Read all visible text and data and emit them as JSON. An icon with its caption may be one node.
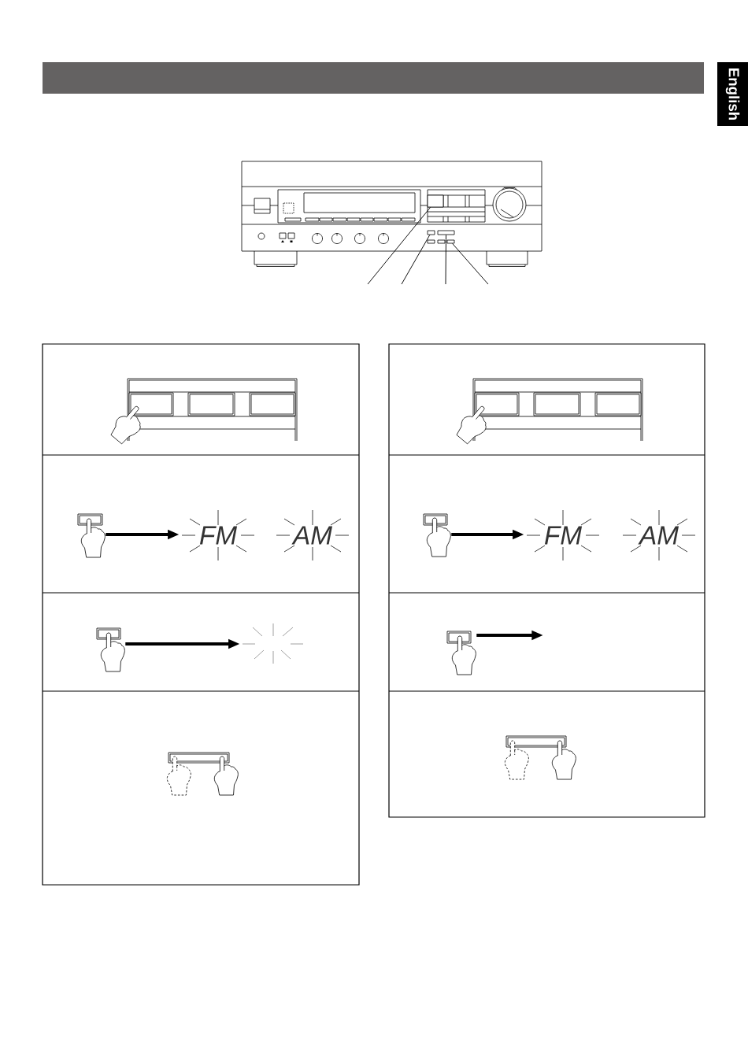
{
  "diagram": {
    "nodes": [
      {
        "text": [],
        "shape": "bar"
      },
      {
        "text": [
          "English"
        ]
      },
      {
        "text": [],
        "shape": "box"
      },
      {
        "text": [],
        "shape": "box"
      },
      {
        "text": [],
        "shape": "box"
      },
      {
        "text": [],
        "shape": "box"
      },
      {
        "text": [],
        "shape": "picture"
      },
      {
        "text": [
          "FM"
        ]
      },
      {
        "text": [
          "AM"
        ]
      },
      {
        "text": [],
        "shape": "picture"
      },
      {
        "text": [],
        "shape": "picture"
      },
      {
        "text": [],
        "shape": "picture"
      },
      {
        "text": [],
        "shape": "picture"
      },
      {
        "text": [],
        "shape": "picture"
      },
      {
        "text": [
          "FM"
        ]
      },
      {
        "text": [
          "AM"
        ]
      },
      {
        "text": [],
        "shape": "picture"
      },
      {
        "text": [],
        "shape": "picture"
      },
      {
        "text": [],
        "shape": "picture"
      }
    ],
    "edges": [
      {
        "from": null,
        "to": 2,
        "arrow": "none"
      },
      {
        "from": null,
        "to": 3,
        "arrow": "none"
      },
      {
        "from": null,
        "to": 4,
        "arrow": "none"
      },
      {
        "from": null,
        "to": 5,
        "arrow": "none"
      },
      {
        "from": 6,
        "to": 7,
        "arrow": "to",
        "style": "thick"
      },
      {
        "from": 9,
        "to": 10,
        "arrow": "to",
        "style": "thick"
      },
      {
        "from": 13,
        "to": 14,
        "arrow": "to",
        "style": "thick"
      },
      {
        "from": 16,
        "to": null,
        "arrow": "to",
        "style": "thick"
      }
    ]
  }
}
